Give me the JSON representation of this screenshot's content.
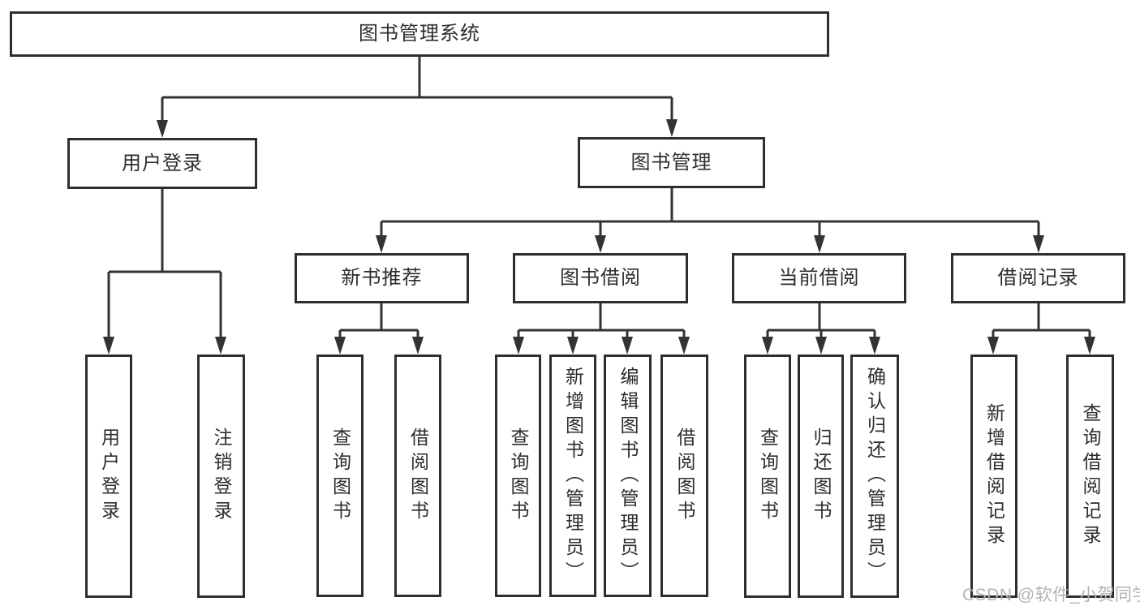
{
  "diagram": {
    "root": {
      "label": "图书管理系统"
    },
    "branches": [
      {
        "label": "用户登录",
        "leaves": [
          "用户登录",
          "注销登录"
        ]
      },
      {
        "label": "图书管理",
        "groups": [
          {
            "label": "新书推荐",
            "leaves": [
              "查询图书",
              "借阅图书"
            ]
          },
          {
            "label": "图书借阅",
            "leaves": [
              "查询图书",
              "新增图书（管理员）",
              "编辑图书（管理员）",
              "借阅图书"
            ]
          },
          {
            "label": "当前借阅",
            "leaves": [
              "查询图书",
              "归还图书",
              "确认归还（管理员）"
            ]
          },
          {
            "label": "借阅记录",
            "leaves": [
              "新增借阅记录",
              "查询借阅记录"
            ]
          }
        ]
      }
    ]
  },
  "watermark": "CSDN @软件_小贺同学",
  "colors": {
    "line": "#333333",
    "box_border": "#2e2e2e",
    "box_fill": "#ffffff",
    "text": "#2d2d2d",
    "watermark": "#b3b3b3",
    "background": "#ffffff"
  }
}
